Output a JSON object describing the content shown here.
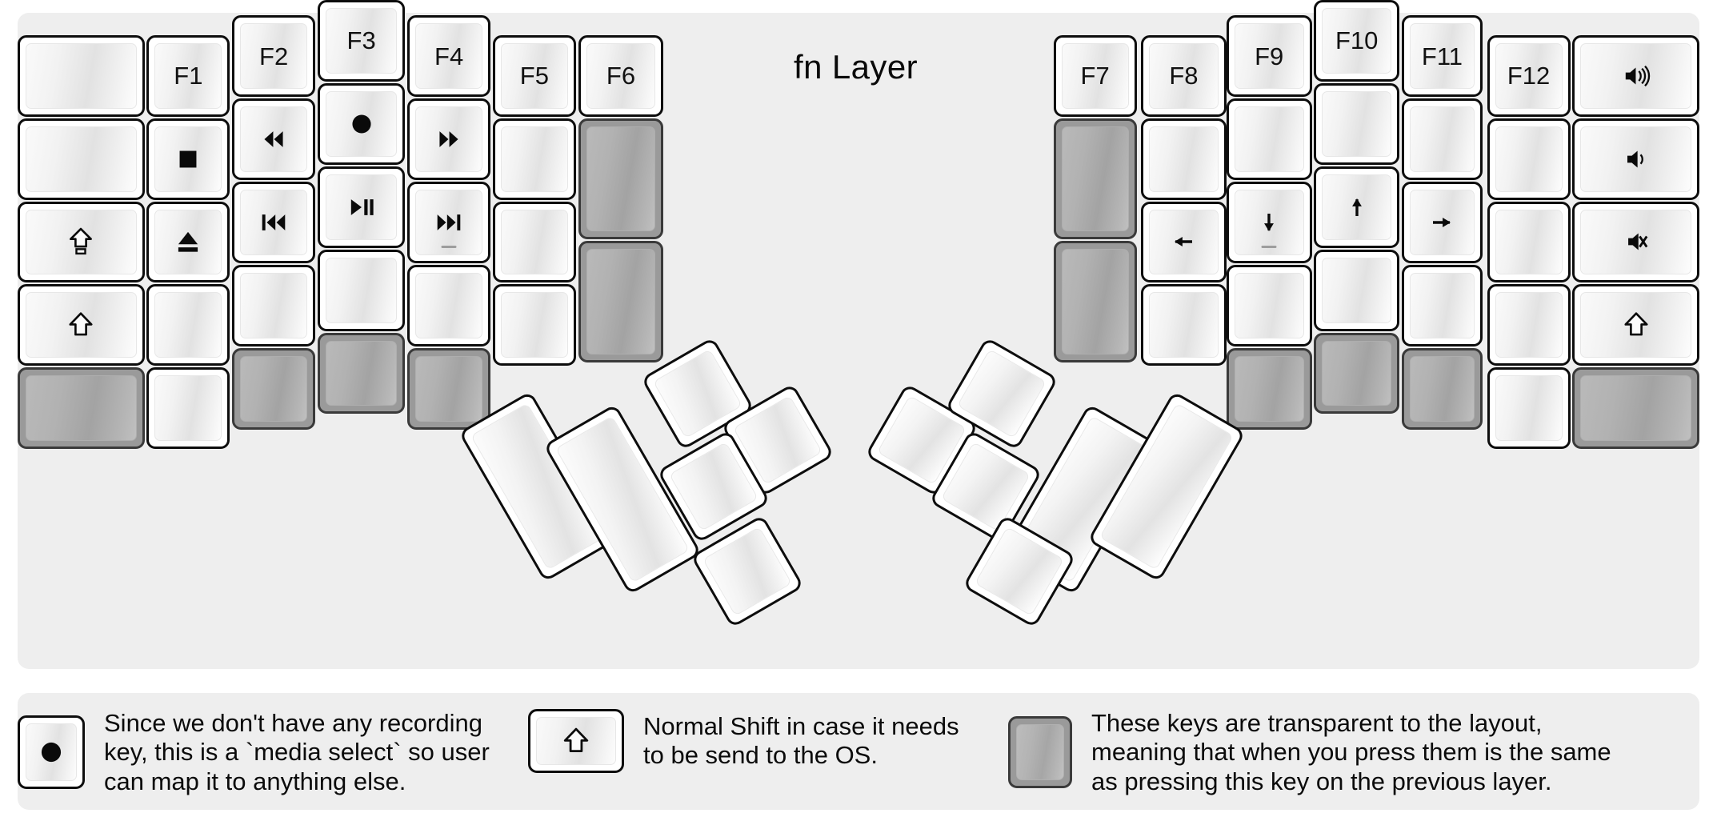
{
  "title": "fn Layer",
  "colors": {
    "page_background": "#ffffff",
    "panel_background": "#eeeeee",
    "key_border": "#0d0d0d",
    "key_face_light": "#fafafa",
    "key_face_shade": "#e2e2e2",
    "transparent_key_border": "#3a3a3a",
    "transparent_key_face": "#b2b2b2",
    "text": "#0b0b0b"
  },
  "left_half": {
    "name": "left-keyboard-half",
    "columns": [
      {
        "name": "column-pinky-outer",
        "keys": [
          {
            "name": "key-blank-1",
            "label": "",
            "icon": "",
            "type": "normal"
          },
          {
            "name": "key-blank-2",
            "label": "",
            "icon": "",
            "type": "normal"
          },
          {
            "name": "key-caps-shift",
            "label": "",
            "icon": "caps-shift-icon",
            "type": "normal"
          },
          {
            "name": "key-shift",
            "label": "",
            "icon": "shift-icon",
            "type": "normal"
          },
          {
            "name": "key-transparent-1",
            "label": "",
            "icon": "",
            "type": "transparent"
          }
        ]
      },
      {
        "name": "column-pinky",
        "keys": [
          {
            "name": "key-f1",
            "label": "F1",
            "icon": "",
            "type": "normal"
          },
          {
            "name": "key-media-stop",
            "label": "",
            "icon": "stop-icon",
            "type": "normal"
          },
          {
            "name": "key-media-eject",
            "label": "",
            "icon": "eject-icon",
            "type": "normal"
          },
          {
            "name": "key-blank-3",
            "label": "",
            "icon": "",
            "type": "normal"
          },
          {
            "name": "key-blank-4",
            "label": "",
            "icon": "",
            "type": "normal"
          }
        ]
      },
      {
        "name": "column-ring",
        "keys": [
          {
            "name": "key-f2",
            "label": "F2",
            "icon": "",
            "type": "normal"
          },
          {
            "name": "key-media-rewind",
            "label": "",
            "icon": "rewind-icon",
            "type": "normal"
          },
          {
            "name": "key-media-prev-track",
            "label": "",
            "icon": "prev-track-icon",
            "type": "normal"
          },
          {
            "name": "key-blank-5",
            "label": "",
            "icon": "",
            "type": "normal"
          },
          {
            "name": "key-transparent-2",
            "label": "",
            "icon": "",
            "type": "transparent"
          }
        ]
      },
      {
        "name": "column-middle",
        "keys": [
          {
            "name": "key-f3",
            "label": "F3",
            "icon": "",
            "type": "normal"
          },
          {
            "name": "key-media-select",
            "label": "",
            "icon": "record-icon",
            "type": "normal"
          },
          {
            "name": "key-media-play-pause",
            "label": "",
            "icon": "play-pause-icon",
            "type": "normal"
          },
          {
            "name": "key-blank-6",
            "label": "",
            "icon": "",
            "type": "normal"
          },
          {
            "name": "key-transparent-3",
            "label": "",
            "icon": "",
            "type": "transparent"
          }
        ]
      },
      {
        "name": "column-index",
        "keys": [
          {
            "name": "key-f4",
            "label": "F4",
            "icon": "",
            "type": "normal"
          },
          {
            "name": "key-media-fast-forward",
            "label": "",
            "icon": "fast-forward-icon",
            "type": "normal"
          },
          {
            "name": "key-media-next-track",
            "label": "",
            "icon": "next-track-icon",
            "type": "normal",
            "subtick": true
          },
          {
            "name": "key-blank-7",
            "label": "",
            "icon": "",
            "type": "normal"
          },
          {
            "name": "key-transparent-4",
            "label": "",
            "icon": "",
            "type": "transparent"
          }
        ]
      },
      {
        "name": "column-index-inner",
        "keys": [
          {
            "name": "key-f5",
            "label": "F5",
            "icon": "",
            "type": "normal"
          },
          {
            "name": "key-blank-8",
            "label": "",
            "icon": "",
            "type": "normal"
          },
          {
            "name": "key-blank-9",
            "label": "",
            "icon": "",
            "type": "normal"
          },
          {
            "name": "key-blank-10",
            "label": "",
            "icon": "",
            "type": "normal"
          }
        ]
      },
      {
        "name": "column-inner",
        "keys": [
          {
            "name": "key-f6",
            "label": "F6",
            "icon": "",
            "type": "normal"
          },
          {
            "name": "key-transparent-5",
            "label": "",
            "icon": "",
            "type": "transparent"
          },
          {
            "name": "key-transparent-6",
            "label": "",
            "icon": "",
            "type": "transparent"
          }
        ]
      }
    ],
    "thumb_cluster": {
      "name": "left-thumb-cluster",
      "keys": [
        {
          "name": "thumb-key-large-1",
          "label": "",
          "icon": "",
          "type": "normal"
        },
        {
          "name": "thumb-key-large-2",
          "label": "",
          "icon": "",
          "type": "normal"
        },
        {
          "name": "thumb-key-small-1",
          "label": "",
          "icon": "",
          "type": "normal"
        },
        {
          "name": "thumb-key-small-2",
          "label": "",
          "icon": "",
          "type": "normal"
        },
        {
          "name": "thumb-key-small-3",
          "label": "",
          "icon": "",
          "type": "normal"
        },
        {
          "name": "thumb-key-small-4",
          "label": "",
          "icon": "",
          "type": "normal"
        }
      ]
    }
  },
  "right_half": {
    "name": "right-keyboard-half",
    "columns": [
      {
        "name": "column-inner-r",
        "keys": [
          {
            "name": "key-f7",
            "label": "F7",
            "icon": "",
            "type": "normal"
          },
          {
            "name": "key-transparent-7",
            "label": "",
            "icon": "",
            "type": "transparent"
          },
          {
            "name": "key-transparent-8",
            "label": "",
            "icon": "",
            "type": "transparent"
          }
        ]
      },
      {
        "name": "column-index-inner-r",
        "keys": [
          {
            "name": "key-f8",
            "label": "F8",
            "icon": "",
            "type": "normal"
          },
          {
            "name": "key-blank-11",
            "label": "",
            "icon": "",
            "type": "normal"
          },
          {
            "name": "key-arrow-left",
            "label": "",
            "icon": "arrow-left-icon",
            "type": "normal"
          },
          {
            "name": "key-blank-12",
            "label": "",
            "icon": "",
            "type": "normal"
          }
        ]
      },
      {
        "name": "column-index-r",
        "keys": [
          {
            "name": "key-f9",
            "label": "F9",
            "icon": "",
            "type": "normal"
          },
          {
            "name": "key-blank-13",
            "label": "",
            "icon": "",
            "type": "normal"
          },
          {
            "name": "key-arrow-down",
            "label": "",
            "icon": "arrow-down-icon",
            "type": "normal",
            "subtick": true
          },
          {
            "name": "key-blank-14",
            "label": "",
            "icon": "",
            "type": "normal"
          },
          {
            "name": "key-transparent-9",
            "label": "",
            "icon": "",
            "type": "transparent"
          }
        ]
      },
      {
        "name": "column-middle-r",
        "keys": [
          {
            "name": "key-f10",
            "label": "F10",
            "icon": "",
            "type": "normal"
          },
          {
            "name": "key-blank-15",
            "label": "",
            "icon": "",
            "type": "normal"
          },
          {
            "name": "key-arrow-up",
            "label": "",
            "icon": "arrow-up-icon",
            "type": "normal"
          },
          {
            "name": "key-blank-16",
            "label": "",
            "icon": "",
            "type": "normal"
          },
          {
            "name": "key-transparent-10",
            "label": "",
            "icon": "",
            "type": "transparent"
          }
        ]
      },
      {
        "name": "column-ring-r",
        "keys": [
          {
            "name": "key-f11",
            "label": "F11",
            "icon": "",
            "type": "normal"
          },
          {
            "name": "key-blank-17",
            "label": "",
            "icon": "",
            "type": "normal"
          },
          {
            "name": "key-arrow-right",
            "label": "",
            "icon": "arrow-right-icon",
            "type": "normal"
          },
          {
            "name": "key-blank-18",
            "label": "",
            "icon": "",
            "type": "normal"
          },
          {
            "name": "key-transparent-11",
            "label": "",
            "icon": "",
            "type": "transparent"
          }
        ]
      },
      {
        "name": "column-pinky-r",
        "keys": [
          {
            "name": "key-f12",
            "label": "F12",
            "icon": "",
            "type": "normal"
          },
          {
            "name": "key-blank-19",
            "label": "",
            "icon": "",
            "type": "normal"
          },
          {
            "name": "key-blank-20",
            "label": "",
            "icon": "",
            "type": "normal"
          },
          {
            "name": "key-blank-21",
            "label": "",
            "icon": "",
            "type": "normal"
          },
          {
            "name": "key-blank-22",
            "label": "",
            "icon": "",
            "type": "normal"
          }
        ]
      },
      {
        "name": "column-pinky-outer-r",
        "keys": [
          {
            "name": "key-volume-up",
            "label": "",
            "icon": "volume-up-icon",
            "type": "normal"
          },
          {
            "name": "key-volume-down",
            "label": "",
            "icon": "volume-down-icon",
            "type": "normal"
          },
          {
            "name": "key-volume-mute",
            "label": "",
            "icon": "volume-mute-icon",
            "type": "normal"
          },
          {
            "name": "key-shift-r",
            "label": "",
            "icon": "shift-icon",
            "type": "normal"
          },
          {
            "name": "key-transparent-12",
            "label": "",
            "icon": "",
            "type": "transparent"
          }
        ]
      }
    ],
    "thumb_cluster": {
      "name": "right-thumb-cluster",
      "keys": [
        {
          "name": "thumb-key-large-3",
          "label": "",
          "icon": "",
          "type": "normal"
        },
        {
          "name": "thumb-key-large-4",
          "label": "",
          "icon": "",
          "type": "normal"
        },
        {
          "name": "thumb-key-small-5",
          "label": "",
          "icon": "",
          "type": "normal"
        },
        {
          "name": "thumb-key-small-6",
          "label": "",
          "icon": "",
          "type": "normal"
        },
        {
          "name": "thumb-key-small-7",
          "label": "",
          "icon": "",
          "type": "normal"
        },
        {
          "name": "thumb-key-small-8",
          "label": "",
          "icon": "",
          "type": "normal"
        }
      ]
    }
  },
  "legend": [
    {
      "name": "legend-media-select",
      "icon": "record-icon",
      "key_type": "normal",
      "text": "Since we don't have any recording\nkey, this is a `media select` so user\ncan map it to anything else."
    },
    {
      "name": "legend-normal-shift",
      "icon": "shift-icon",
      "key_type": "normal",
      "text": "Normal Shift in case it needs\nto be send to the OS."
    },
    {
      "name": "legend-transparent-keys",
      "icon": "",
      "key_type": "transparent",
      "text": "These keys are transparent to the layout,\nmeaning that when you press them is the same\nas pressing this key on the previous layer."
    }
  ]
}
